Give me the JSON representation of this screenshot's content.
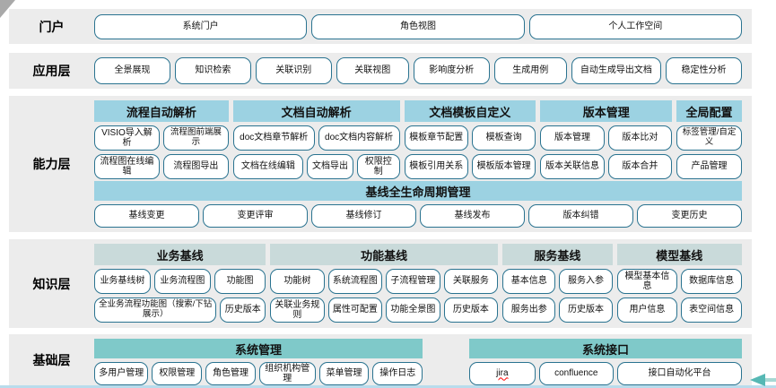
{
  "colors": {
    "band_bg": "#ececec",
    "button_border": "#2a7390",
    "capability_header_bg": "#9cd2e2",
    "knowledge_header_bg": "#c9dada",
    "foundation_header_bg": "#7fc9c9",
    "bottom_line": "#b9dcec",
    "arrow": "#56b8b4",
    "jira_underline": "red"
  },
  "layers": {
    "portal": {
      "label": "门户",
      "items": [
        "系统门户",
        "角色视图",
        "个人工作空间"
      ]
    },
    "application": {
      "label": "应用层",
      "items": [
        "全景展现",
        "知识检索",
        "关联识别",
        "关联视图",
        "影响度分析",
        "生成用例",
        "自动生成导出文档",
        "稳定性分析"
      ]
    },
    "capability": {
      "label": "能力层",
      "groups": [
        {
          "title": "流程自动解析",
          "rows": [
            [
              "VISIO导入解析",
              "流程图前端展示"
            ],
            [
              "流程图在线编辑",
              "流程图导出"
            ]
          ]
        },
        {
          "title": "文档自动解析",
          "rows": [
            [
              "doc文档章节解析",
              "doc文档内容解析"
            ],
            [
              "文档在线编辑",
              "文档导出",
              "权限控制"
            ]
          ]
        },
        {
          "title": "文档模板自定义",
          "rows": [
            [
              "模板章节配置",
              "模板查询"
            ],
            [
              "模板引用关系",
              "模板版本管理"
            ]
          ]
        },
        {
          "title": "版本管理",
          "rows": [
            [
              "版本管理",
              "版本比对"
            ],
            [
              "版本关联信息",
              "版本合并"
            ]
          ]
        },
        {
          "title": "全局配置",
          "rows": [
            [
              "标签管理/自定义"
            ],
            [
              "产品管理"
            ]
          ]
        }
      ],
      "baseline": {
        "title": "基线全生命周期管理",
        "items": [
          "基线变更",
          "变更评审",
          "基线修订",
          "基线发布",
          "版本纠错",
          "变更历史"
        ]
      }
    },
    "knowledge": {
      "label": "知识层",
      "groups": [
        {
          "title": "业务基线",
          "rows": [
            [
              "业务基线树",
              "业务流程图",
              "功能图"
            ],
            [
              "全业务流程功能图（搜索/下钻展示）",
              "历史版本"
            ]
          ]
        },
        {
          "title": "功能基线",
          "rows": [
            [
              "功能树",
              "系统流程图",
              "子流程管理",
              "关联服务"
            ],
            [
              "关联业务规则",
              "属性可配置",
              "功能全景图",
              "历史版本"
            ]
          ]
        },
        {
          "title": "服务基线",
          "rows": [
            [
              "基本信息",
              "服务入参"
            ],
            [
              "服务出参",
              "历史版本"
            ]
          ]
        },
        {
          "title": "模型基线",
          "rows": [
            [
              "模型基本信息",
              "数据库信息"
            ],
            [
              "用户信息",
              "表空间信息"
            ]
          ]
        }
      ]
    },
    "foundation": {
      "label": "基础层",
      "groups": [
        {
          "title": "系统管理",
          "items": [
            "多用户管理",
            "权限管理",
            "角色管理",
            "组织机构管理",
            "菜单管理",
            "操作日志"
          ]
        },
        {
          "title": "系统接口",
          "items": [
            "jira",
            "confluence",
            "接口自动化平台"
          ]
        }
      ]
    }
  }
}
